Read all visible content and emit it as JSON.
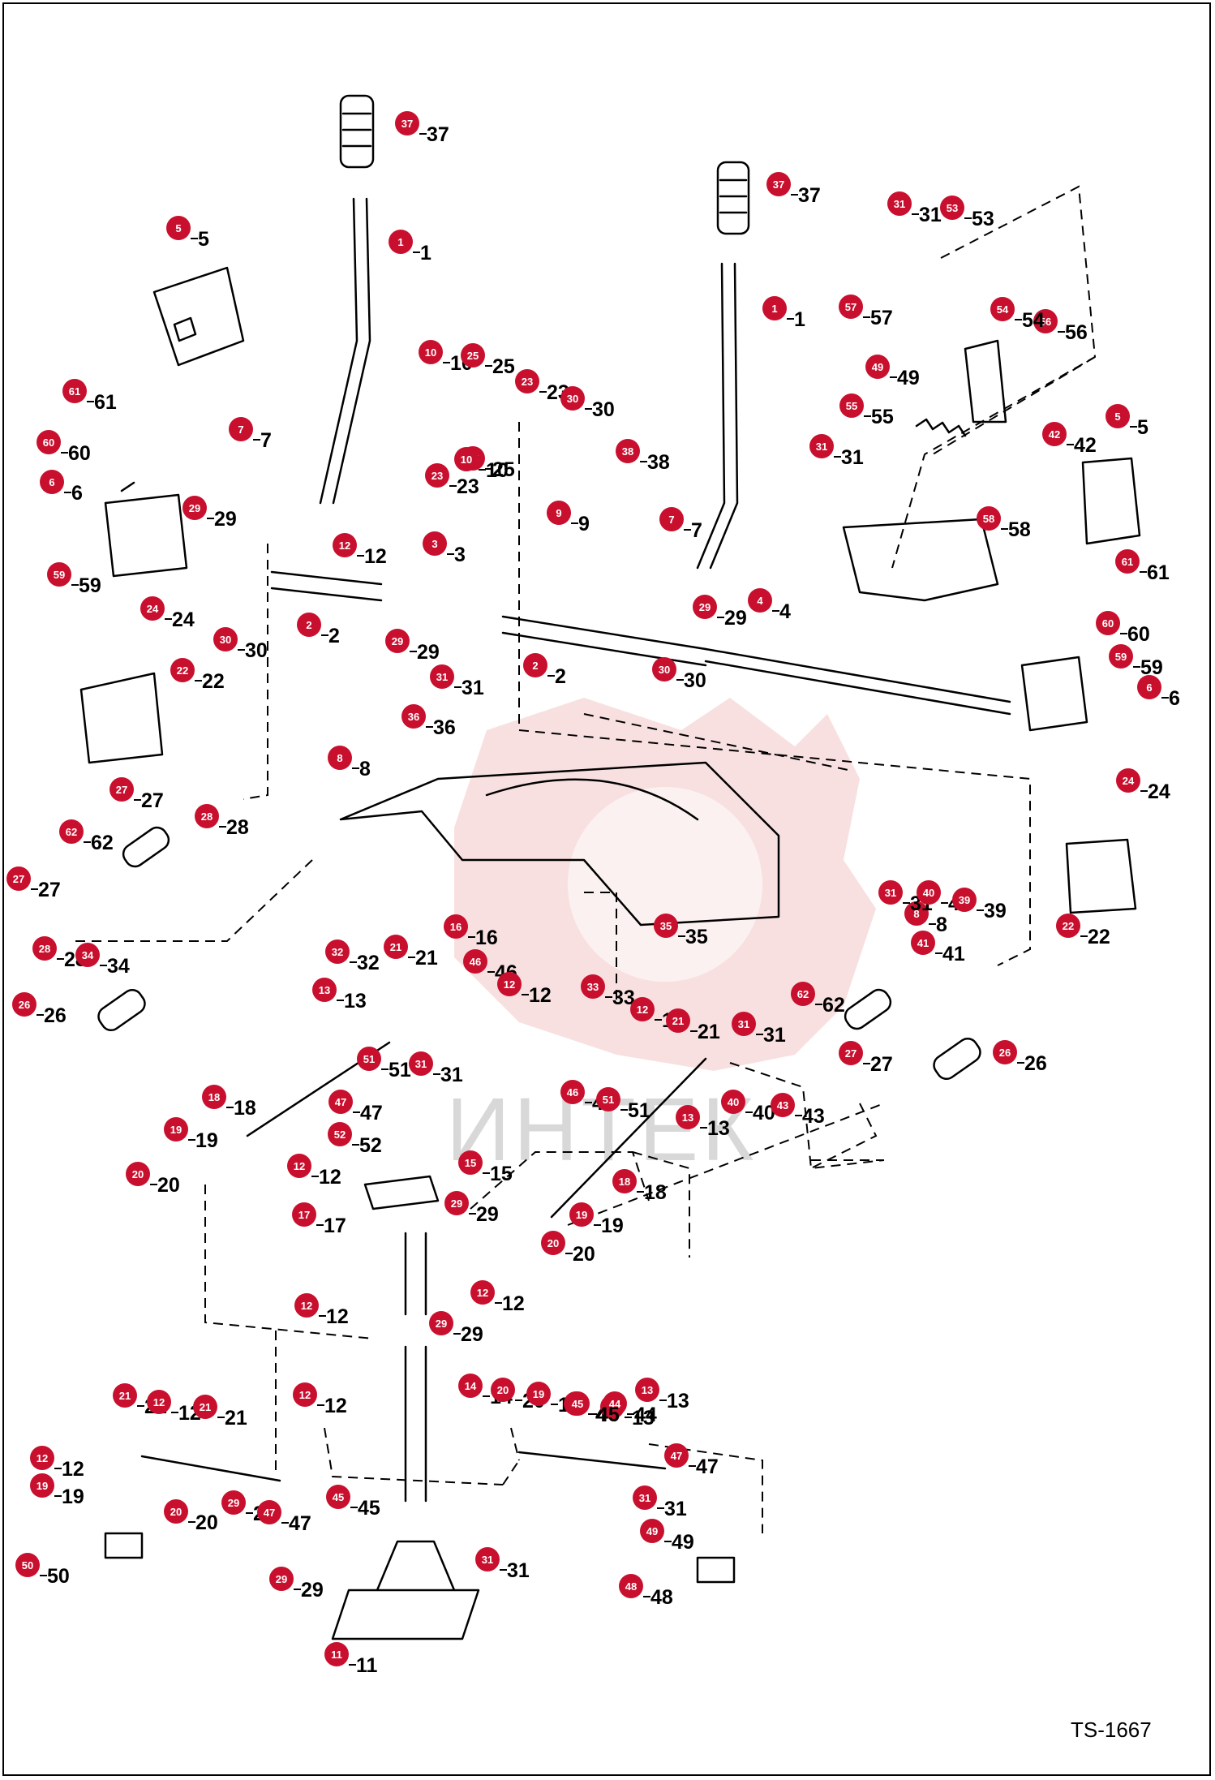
{
  "diagram": {
    "drawing_id": "TS-1667",
    "watermark_text": "ИНТЕК",
    "colors": {
      "callout_fill": "#c8102e",
      "line": "#000000",
      "watermark": "#f4c6c6",
      "watermark_text": "#d8d8d8"
    },
    "callouts": [
      "37",
      "37",
      "1",
      "1",
      "5",
      "5",
      "31",
      "53",
      "57",
      "56",
      "54",
      "49",
      "55",
      "31",
      "42",
      "58",
      "61",
      "60",
      "6",
      "7",
      "29",
      "59",
      "10",
      "25",
      "23",
      "30",
      "23",
      "25",
      "10",
      "12",
      "3",
      "38",
      "9",
      "7",
      "29",
      "4",
      "2",
      "29",
      "31",
      "2",
      "30",
      "30",
      "24",
      "22",
      "61",
      "60",
      "59",
      "6",
      "36",
      "8",
      "27",
      "28",
      "62",
      "27",
      "28",
      "34",
      "26",
      "32",
      "16",
      "35",
      "8",
      "41",
      "24",
      "22",
      "31",
      "40",
      "39",
      "21",
      "46",
      "12",
      "13",
      "33",
      "12",
      "21",
      "31",
      "62",
      "27",
      "26",
      "51",
      "31",
      "18",
      "47",
      "52",
      "46",
      "51",
      "40",
      "43",
      "13",
      "19",
      "12",
      "15",
      "20",
      "29",
      "17",
      "18",
      "19",
      "20",
      "12",
      "12",
      "29",
      "12",
      "14",
      "20",
      "19",
      "44",
      "13",
      "21",
      "12",
      "21",
      "13",
      "44",
      "47",
      "45",
      "12",
      "19",
      "20",
      "29",
      "47",
      "45",
      "31",
      "49",
      "50",
      "31",
      "29",
      "48",
      "11"
    ]
  }
}
